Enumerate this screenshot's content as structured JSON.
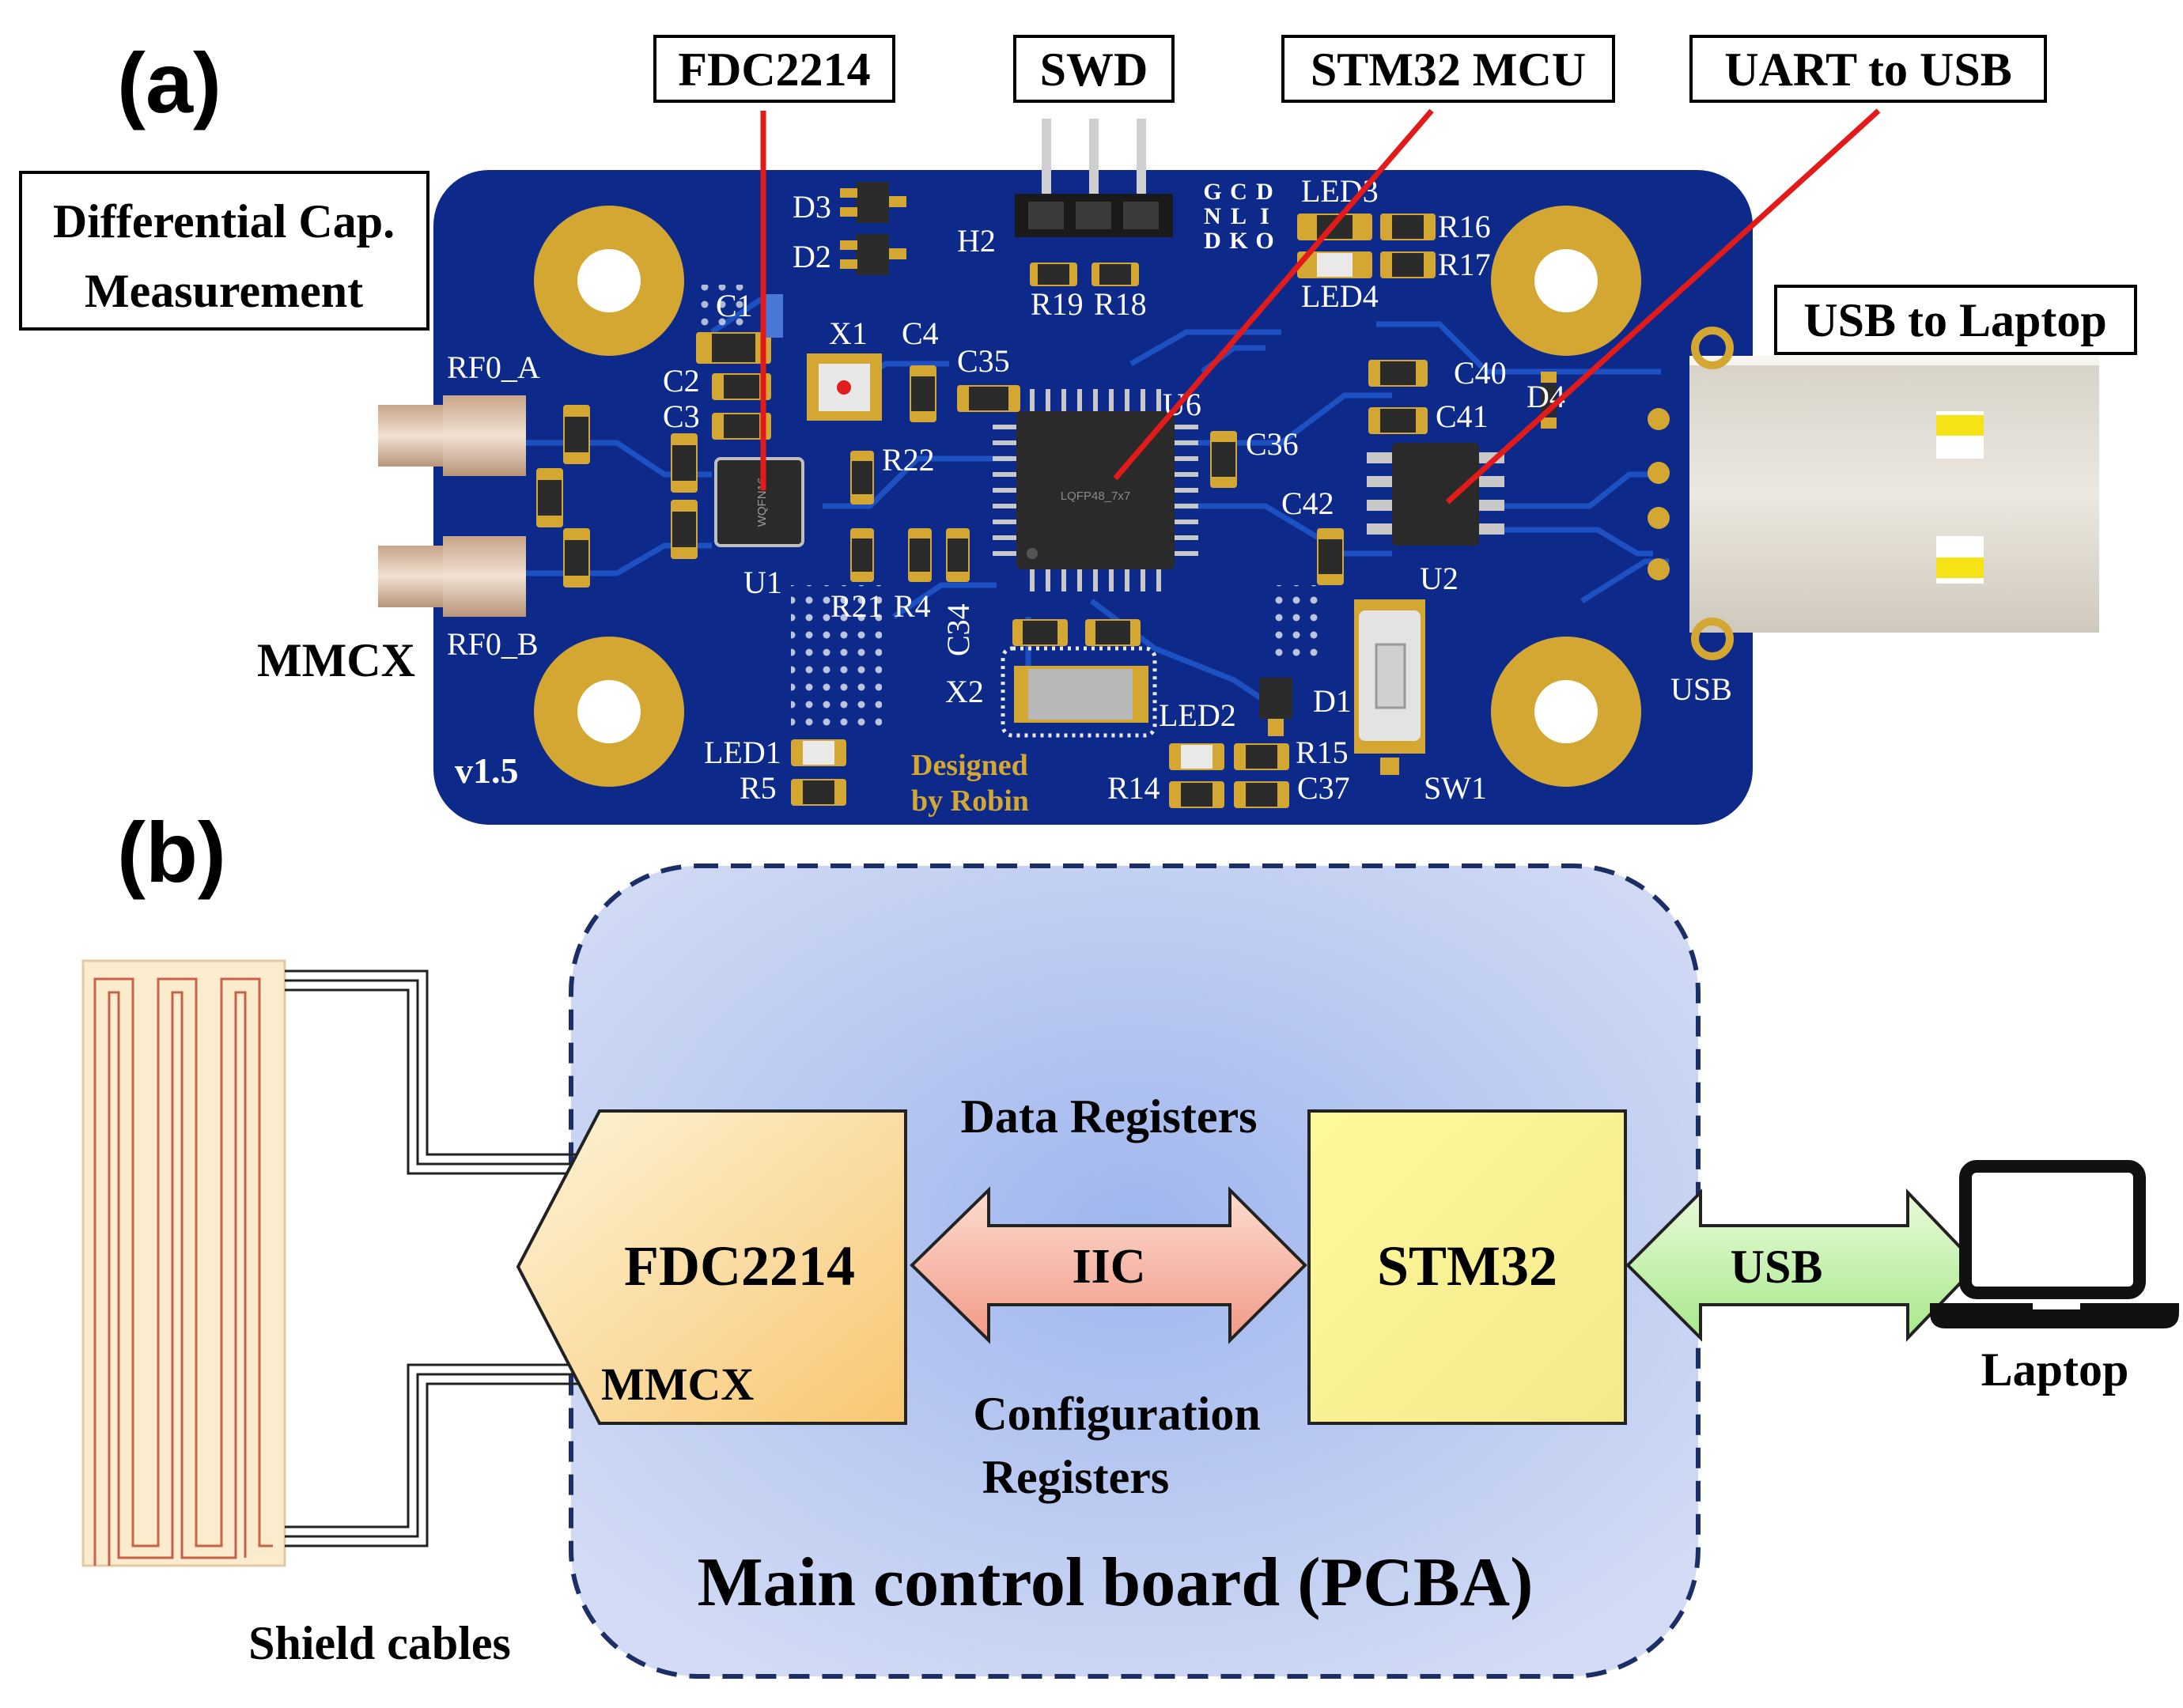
{
  "panel_a": {
    "label": "(a)",
    "callouts": {
      "fdc": "FDC2214",
      "swd": "SWD",
      "mcu": "STM32 MCU",
      "uart": "UART to USB",
      "diff_line1": "Differential Cap.",
      "diff_line2": "Measurement",
      "usb_laptop": "USB to Laptop",
      "mmcx": "MMCX"
    },
    "silkscreen": {
      "version": "v1.5",
      "designed_line1": "Designed",
      "designed_line2": "by Robin",
      "rf0a": "RF0_A",
      "rf0b": "RF0_B",
      "u1": "U1",
      "u2": "U2",
      "u6": "U6",
      "h2": "H2",
      "x1": "X1",
      "x2": "X2",
      "d1": "D1",
      "d2": "D2",
      "d3": "D3",
      "d4": "D4",
      "sw1": "SW1",
      "usb": "USB",
      "led1": "LED1",
      "led2": "LED2",
      "led3": "LED3",
      "led4": "LED4",
      "r4": "R4",
      "r5": "R5",
      "r14": "R14",
      "r15": "R15",
      "r16": "R16",
      "r17": "R17",
      "r18": "R18",
      "r19": "R19",
      "r21": "R21",
      "r22": "R22",
      "c1": "C1",
      "c2": "C2",
      "c3": "C3",
      "c4": "C4",
      "c34": "C34",
      "c35": "C35",
      "c36": "C36",
      "c37": "C37",
      "c40": "C40",
      "c41": "C41",
      "c42": "C42",
      "gnd": [
        "G",
        "N",
        "D"
      ],
      "clk": [
        "C",
        "L",
        "K"
      ],
      "dio": [
        "D",
        "I",
        "O"
      ],
      "wqfn": "WQFN16",
      "lqfp": "LQFP48_7x7"
    }
  },
  "panel_b": {
    "label": "(b)",
    "fdc_block": "FDC2214",
    "mmcx": "MMCX",
    "stm_block": "STM32",
    "iic": "IIC",
    "usb": "USB",
    "data_registers": "Data Registers",
    "config_line1": "Configuration",
    "config_line2": "Registers",
    "board_title": "Main control board (PCBA)",
    "shield_cables": "Shield cables",
    "laptop": "Laptop"
  },
  "colors": {
    "pcb": "#0d2a8a",
    "trace": "#1a4fc4",
    "pad_gold": "#d4a733",
    "callout_line": "#e31a1a",
    "fdc_fill": "#fbd58a",
    "stm_fill": "#fdf38a",
    "iic_fill": "#f5a08a",
    "usb_fill": "#bff0a6",
    "board_bg": "#b9c9ef",
    "board_border": "#1b2f66"
  }
}
